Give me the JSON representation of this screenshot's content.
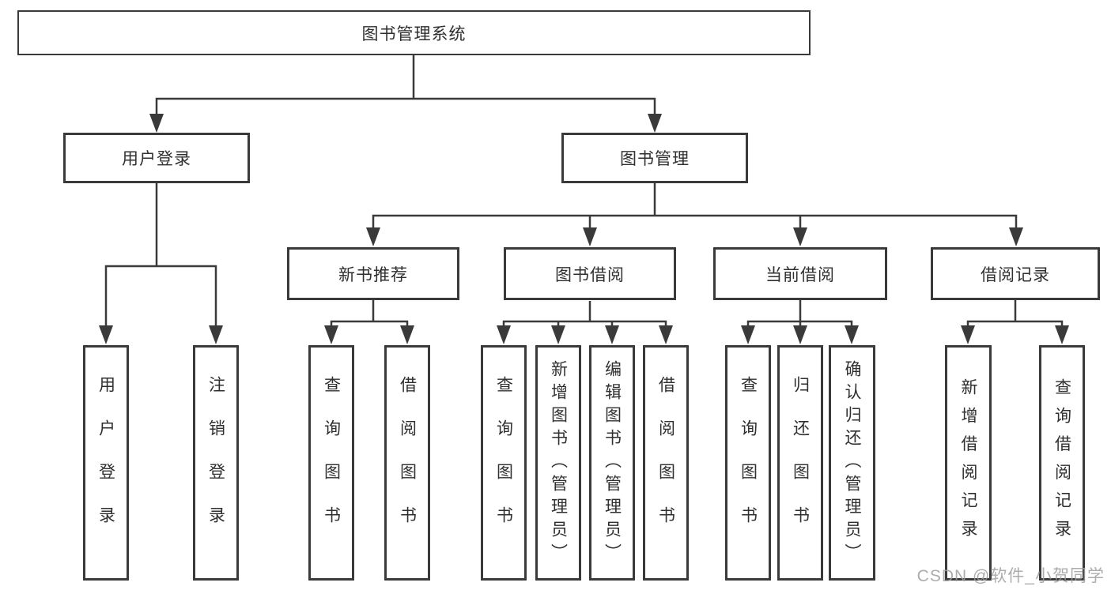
{
  "diagram": {
    "root": "图书管理系统",
    "branches": [
      {
        "label": "用户登录",
        "children": [
          "用户登录",
          "注销登录"
        ]
      },
      {
        "label": "图书管理",
        "groups": [
          {
            "label": "新书推荐",
            "children": [
              "查询图书",
              "借阅图书"
            ]
          },
          {
            "label": "图书借阅",
            "children": [
              "查询图书",
              "新增图书（管理员）",
              "编辑图书（管理员）",
              "借阅图书"
            ]
          },
          {
            "label": "当前借阅",
            "children": [
              "查询图书",
              "归还图书",
              "确认归还（管理员）"
            ]
          },
          {
            "label": "借阅记录",
            "children": [
              "新增借阅记录",
              "查询借阅记录"
            ]
          }
        ]
      }
    ]
  },
  "watermark": {
    "text": "CSDN @软件_小贺同学"
  },
  "colors": {
    "line": "#3a3a3a",
    "text": "#2f2f2f",
    "watermark": "#9e9e9e",
    "background": "#ffffff"
  }
}
